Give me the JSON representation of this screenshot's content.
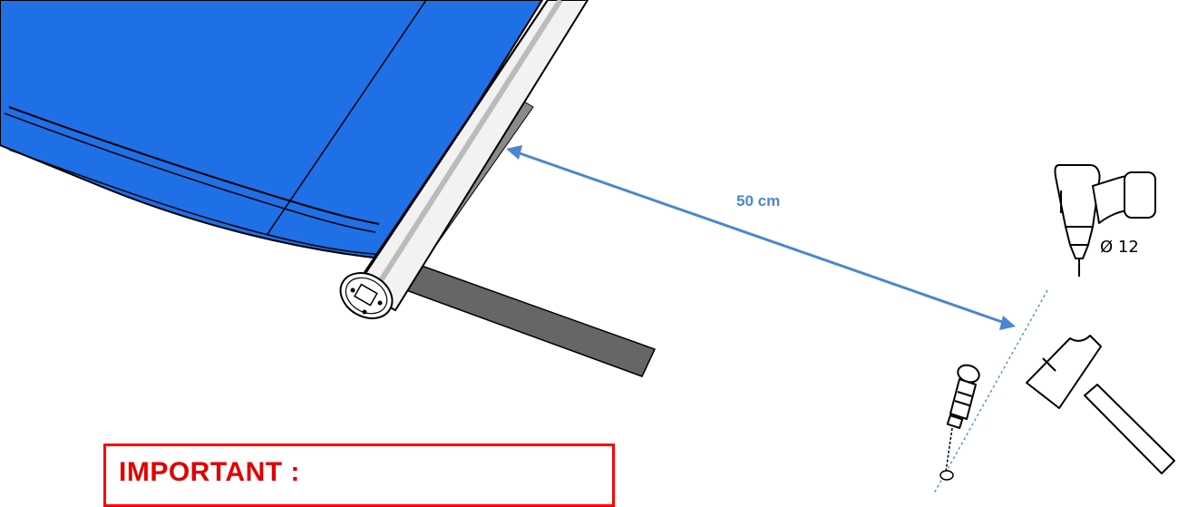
{
  "dimension": {
    "label": "50 cm"
  },
  "drill": {
    "diameter_label": "Ø 12"
  },
  "notice": {
    "title": "IMPORTANT :"
  },
  "colors": {
    "cover_blue": "#1f6fe6",
    "dimension_blue": "#4a86d0",
    "strap_gray": "#666666",
    "alert_red": "#ff0000"
  },
  "icons": [
    "drill-icon",
    "hammer-icon",
    "anchor-plug-icon",
    "roller-tube",
    "strap"
  ]
}
